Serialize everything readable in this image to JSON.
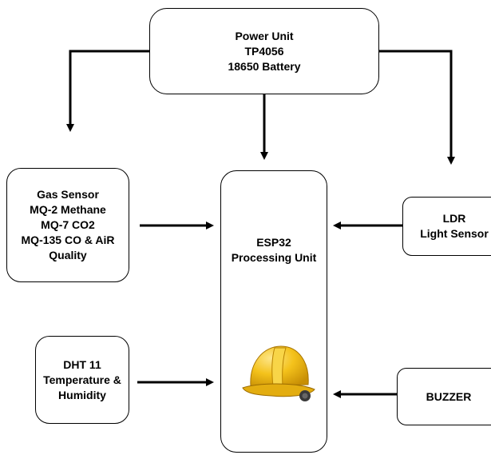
{
  "power_unit": {
    "lines": [
      "Power Unit",
      "TP4056",
      "18650 Battery"
    ]
  },
  "gas_sensor": {
    "lines": [
      "Gas Sensor",
      "MQ-2 Methane",
      "MQ-7 CO2",
      "MQ-135 CO & AiR Quality"
    ]
  },
  "dht": {
    "lines": [
      "DHT 11",
      "Temperature &",
      "Humidity"
    ]
  },
  "esp32": {
    "lines": [
      "ESP32",
      "Processing Unit"
    ],
    "icon": "hard-hat-icon"
  },
  "ldr": {
    "lines": [
      "LDR",
      "Light Sensor"
    ]
  },
  "buzzer": {
    "lines": [
      "BUZZER"
    ]
  },
  "colors": {
    "stroke": "#000000",
    "helmet": "#f4c21b"
  }
}
